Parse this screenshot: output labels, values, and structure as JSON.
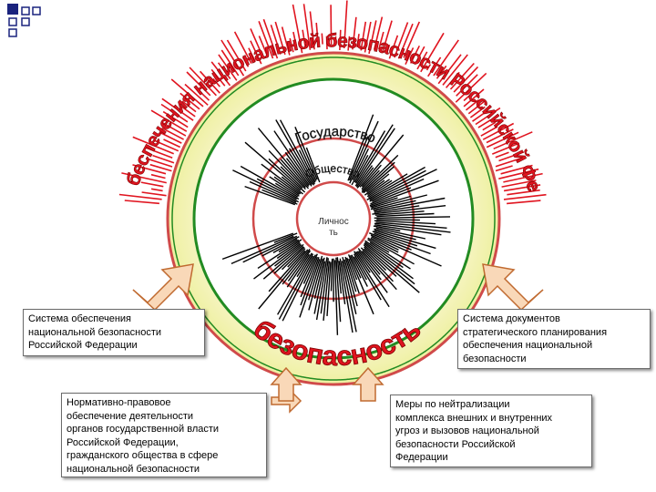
{
  "colors": {
    "outer_ring": "#f7f2c0",
    "ring_border_green": "#228b22",
    "ring_border_red": "#d04a4a",
    "inner_circle": "#ffffff",
    "red_wordart": "#e0141f",
    "arrow_fill": "#f9d8b8",
    "arrow_stroke": "#c06a30",
    "corner_square": "#1a237e"
  },
  "diagram": {
    "arc_title": "Уровни обеспечения национальной безопасности Российской Федерации",
    "ring_labels": {
      "state": "Государство",
      "society": "Общество",
      "person": "Личность"
    },
    "center_word": "безопасность"
  },
  "boxes": {
    "left_top": [
      "Система обеспечения",
      "национальной безопасности",
      "Российской Федерации"
    ],
    "right_top": [
      "Система документов",
      "стратегического планирования",
      "обеспечения национальной",
      "безопасности"
    ],
    "bottom_left": [
      "Нормативно-правовое",
      "обеспечение деятельности",
      "органов государственной власти",
      "Российской Федерации,",
      "гражданского общества в сфере",
      "национальной безопасности"
    ],
    "bottom_right": [
      "Меры по нейтрализации",
      "комплекса внешних и внутренних",
      "угроз и вызовов национальной",
      "безопасности Российской",
      "Федерации"
    ]
  }
}
